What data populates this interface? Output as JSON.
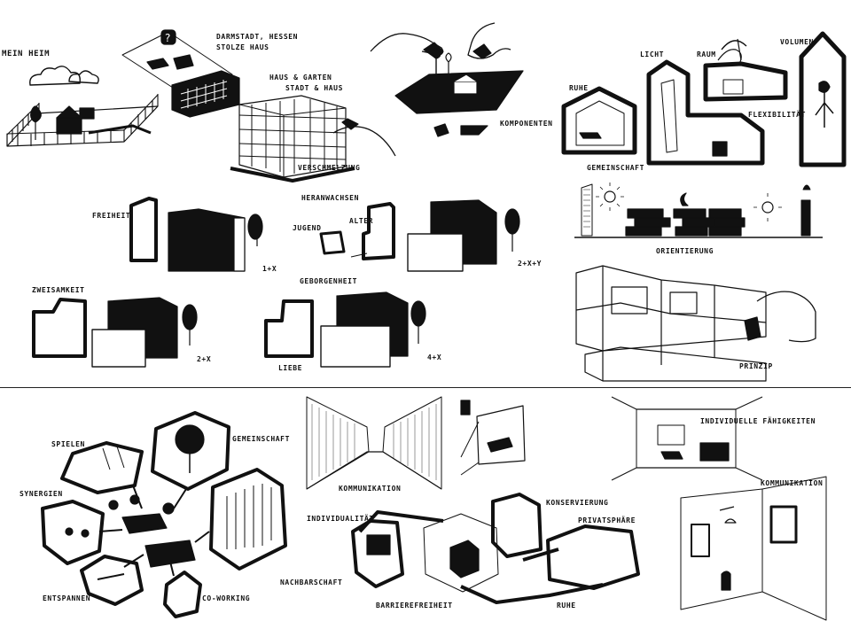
{
  "labels": {
    "mein_heim": "Mein Heim",
    "darmstadt": "Darmstadt, Hessen",
    "stolze_haus": "Stolze Haus",
    "haus_garten": "Haus & Garten",
    "stadt_haus": "Stadt & Haus",
    "verschmelzung": "Verschmelzung",
    "komponenten": "Komponenten",
    "ruhe_top": "Ruhe",
    "licht": "Licht",
    "raum": "Raum",
    "volumen": "Volumen",
    "flexibilitaet": "Flexibilität",
    "gemeinschaft_top": "Gemeinschaft",
    "freiheit": "Freiheit",
    "formula_1x": "1+X",
    "heranwachsen": "Heranwachsen",
    "jugend": "Jugend",
    "alter": "Alter",
    "formula_2xy": "2+X+Y",
    "orientierung": "Orientierung",
    "zweisamkeit": "Zweisamkeit",
    "formula_2x": "2+X",
    "geborgenheit": "Geborgenheit",
    "liebe": "Liebe",
    "formula_4x": "4+X",
    "prinzip": "Prinzip",
    "spielen": "Spielen",
    "gemeinschaft_bottom": "Gemeinschaft",
    "synergien": "Synergien",
    "nachbarschaft": "Nachbarschaft",
    "entspannen": "Entspannen",
    "co_working": "Co-Working",
    "kommunikation_mid": "Kommunikation",
    "individualitaet": "Individualität",
    "konservierung": "Konservierung",
    "privatsphaere": "Privatsphäre",
    "barrierefreiheit": "Barrierefreiheit",
    "ruhe_bottom": "Ruhe",
    "individuelle_faehigkeiten": "Individuelle Fähigkeiten",
    "kommunikation_right": "Kommunikation",
    "q_mark": "?"
  },
  "colors": {
    "ink": "#111111",
    "paper": "#ffffff",
    "grey": "#888888"
  }
}
